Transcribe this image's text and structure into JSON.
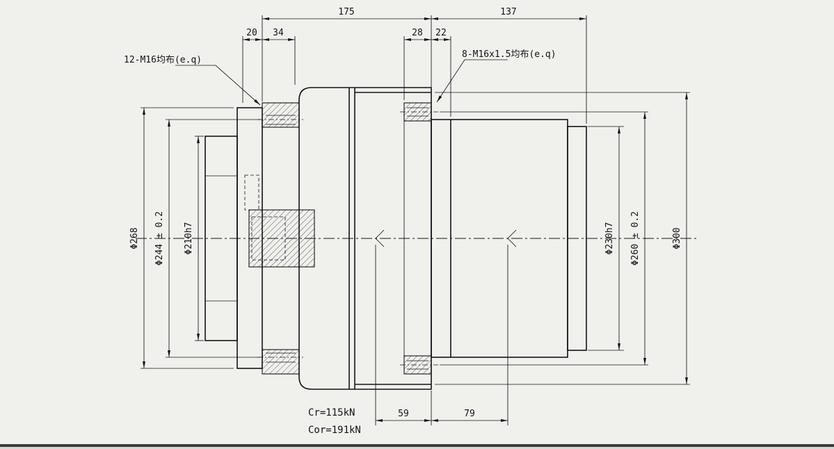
{
  "drawing": {
    "type": "engineering-cross-section",
    "callouts": {
      "left": "12-M16均布(e.q)",
      "right": "8-M16x1.5均布(e.q)"
    },
    "dims": {
      "top": {
        "d175": "175",
        "d137": "137",
        "d20": "20",
        "d34": "34",
        "d28": "28",
        "d22": "22"
      },
      "left": {
        "outer": "Φ268",
        "bolt": "Φ244 ± 0.2",
        "pilot": "Φ210h7"
      },
      "right": {
        "pilot": "Φ230h7",
        "bolt": "Φ260 ± 0.2",
        "outer": "Φ300"
      },
      "bottom": {
        "d59": "59",
        "d79": "79"
      }
    },
    "loads": {
      "cr": "Cr=115kN",
      "cor": "Cor=191kN"
    },
    "colors": {
      "background": "#f0f0ed",
      "line": "#141414"
    }
  }
}
